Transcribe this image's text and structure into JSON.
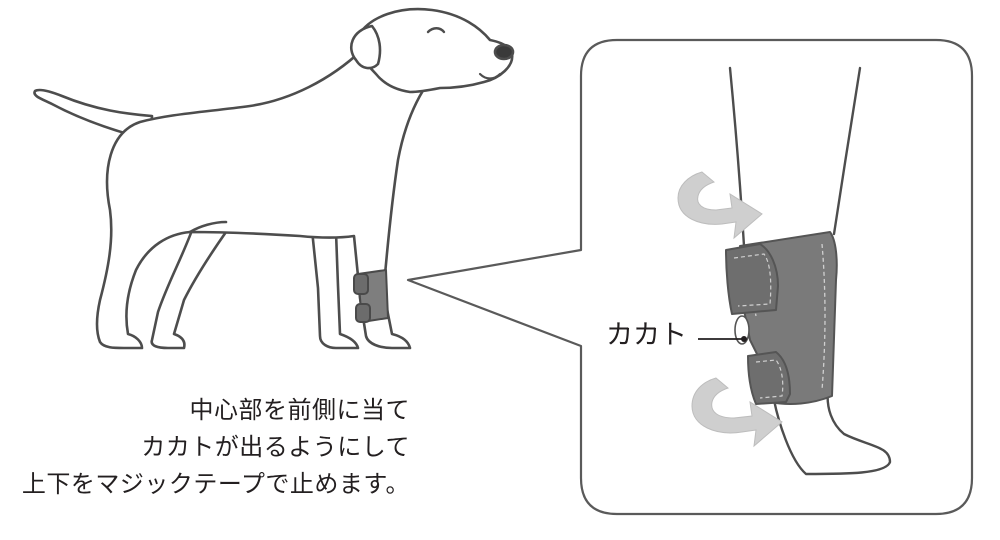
{
  "caption": {
    "lines": [
      "中心部を前側に当て",
      "カカトが出るようにして",
      "上下をマジックテープで止めます。"
    ]
  },
  "detail": {
    "heel_label": "カカト"
  },
  "colors": {
    "outline": "#4d4d4d",
    "brace": "#7a7a7a",
    "brace_edge": "#555555",
    "arrow": "#cfcfcf",
    "callout_border": "#5a5a5a",
    "text": "#231f20"
  },
  "icons": {
    "dog": "dog-illustration",
    "brace": "leg-brace",
    "wrap_arrow": "curved-wrap-arrow"
  }
}
